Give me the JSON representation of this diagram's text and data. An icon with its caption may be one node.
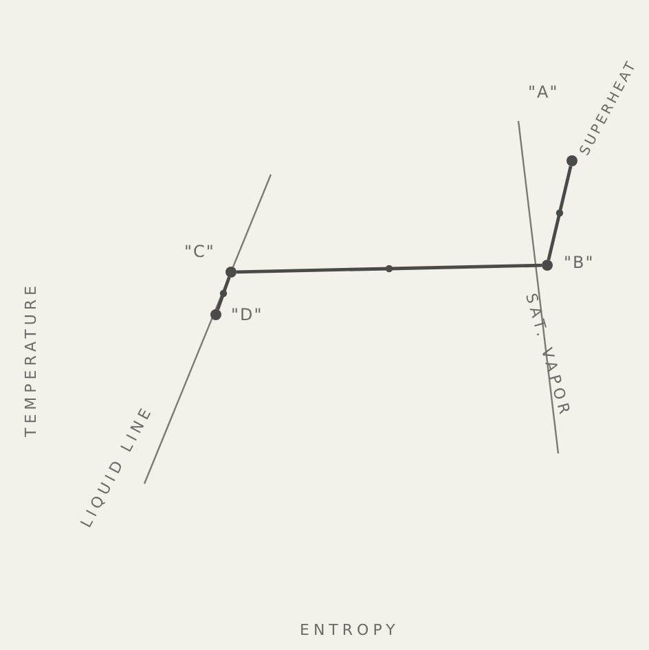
{
  "diagram": {
    "nodes": [
      {
        "text": [],
        "shape": "circle",
        "beside": [
          "\"A\""
        ]
      },
      {
        "text": [],
        "shape": "circle",
        "beside": [
          "\"B\""
        ]
      },
      {
        "text": [],
        "shape": "circle",
        "beside": [
          "\"C\""
        ]
      },
      {
        "text": [],
        "shape": "circle",
        "beside": [
          "\"D\""
        ]
      }
    ],
    "edges": [
      {
        "from": 0,
        "to": 1,
        "arrow": "none"
      },
      {
        "from": 1,
        "to": 2,
        "arrow": "none"
      },
      {
        "from": 2,
        "to": 3,
        "arrow": "none"
      }
    ],
    "labels": [
      "SUPERHEAT",
      "TEMPERATURE",
      "LIQUID LINE",
      "SAT. VAPOR",
      "ENTROPY"
    ]
  }
}
